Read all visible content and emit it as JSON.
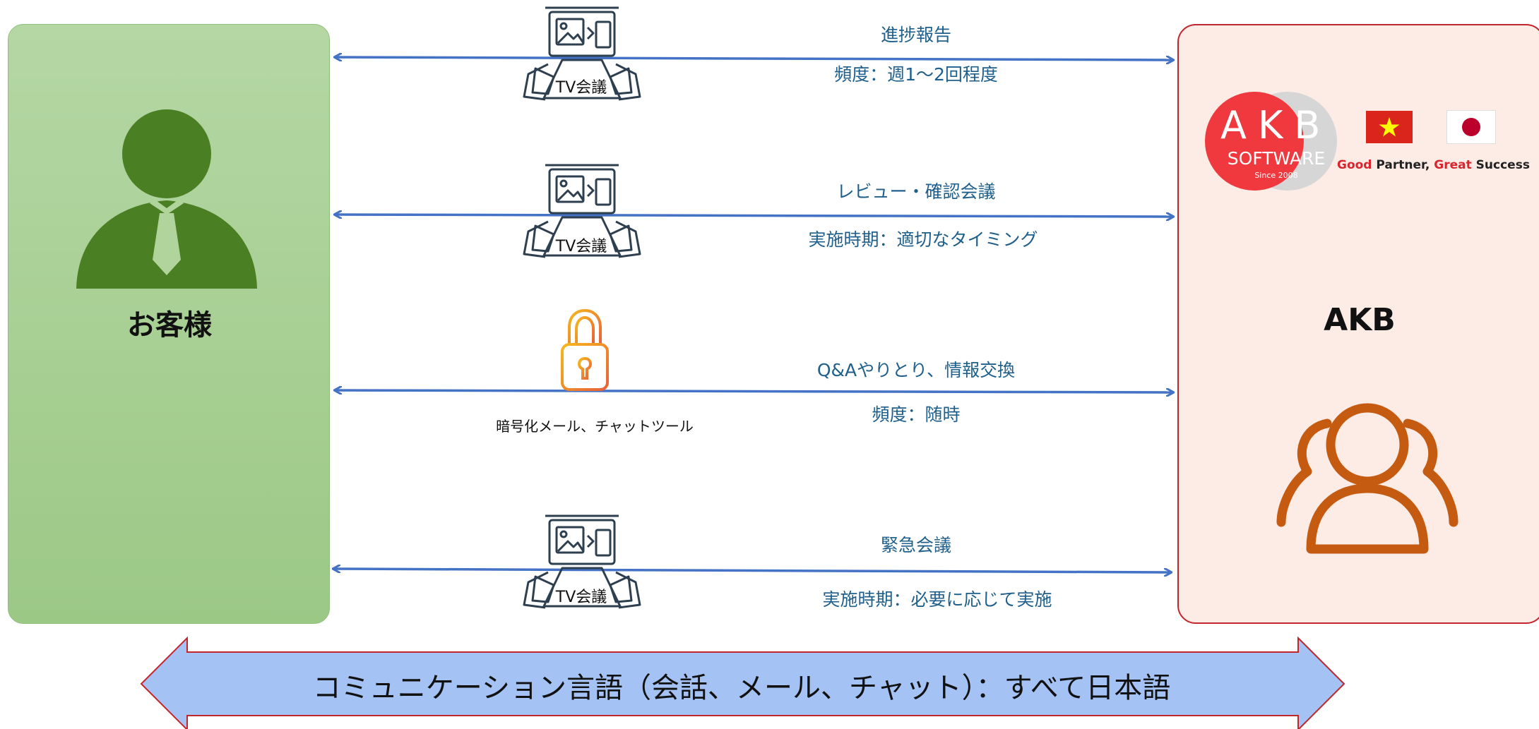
{
  "customer": {
    "label": "お客様"
  },
  "vendor": {
    "label": "AKB",
    "logo_letters": "AKB",
    "logo_subtitle": "SOFTWARE",
    "logo_since": "Since 2008",
    "tagline": {
      "good": "Good",
      "partner": " Partner, ",
      "great": "Great",
      "success": " Success"
    }
  },
  "channels": [
    {
      "tool_label": "TV会議",
      "title": "進捗報告",
      "detail": "頻度：週1～2回程度"
    },
    {
      "tool_label": "TV会議",
      "title": "レビュー・確認会議",
      "detail": "実施時期：適切なタイミング"
    },
    {
      "tool_label": "暗号化メール、チャットツール",
      "title": "Q&Aやりとり、情報交換",
      "detail": "頻度：随時"
    },
    {
      "tool_label": "TV会議",
      "title": "緊急会議",
      "detail": "実施時期：必要に応じて実施"
    }
  ],
  "language_banner": "コミュニケーション言語（会話、メール、チャット）：すべて日本語",
  "colors": {
    "customer_panel": "#a9d18e",
    "customer_icon": "#4a7f23",
    "vendor_panel": "#fdebe6",
    "vendor_border": "#c0262c",
    "vendor_icon": "#c55a11",
    "arrow": "#4472c4",
    "label_text": "#1f5f8b",
    "banner_fill": "#a4c2f4",
    "banner_border": "#c0262c"
  },
  "icons": {
    "customer": "businessman-icon",
    "vendor": "user-group-icon",
    "meeting": "video-conference-icon",
    "secure": "encrypted-lock-icon",
    "flags": [
      "vietnam-flag-icon",
      "japan-flag-icon"
    ]
  }
}
